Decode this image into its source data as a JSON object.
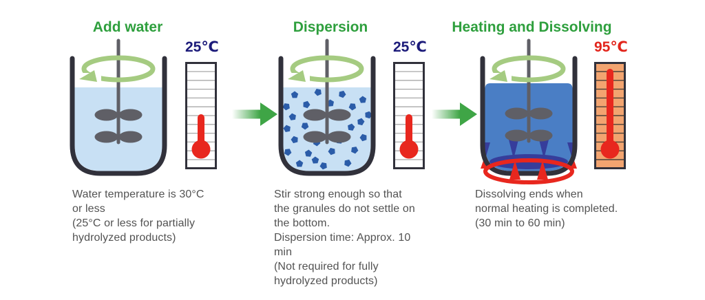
{
  "diagram": {
    "stations": [
      {
        "id": "add-water",
        "title": "Add water",
        "temperature": "25℃",
        "description": "Water temperature is 30°C\nor less\n(25°C or less for partially\nhydrolyzed products)"
      },
      {
        "id": "dispersion",
        "title": "Dispersion",
        "temperature": "25℃",
        "description": "Stir strong enough so that\nthe granules do not settle on\nthe bottom.\nDispersion time: Approx. 10\nmin\n(Not required for fully\nhydrolyzed products)"
      },
      {
        "id": "heating-and-dissolving",
        "title": "Heating and Dissolving",
        "temperature": "95℃",
        "description": "Dissolving ends when\nnormal heating is completed.\n(30 min to 60 min)"
      }
    ],
    "colors": {
      "title_green": "#2e9f3d",
      "rotation_arrow_green": "#a5cb81",
      "flow_arrow_green": "#3fa546",
      "water_light_blue": "#c8e0f4",
      "water_heated_blue": "#4a7ec5",
      "particle_blue": "#2b5ca8",
      "convection_navy": "#363d9b",
      "heat_red": "#e8271e",
      "temp_cool_navy": "#1c1b7a",
      "temp_hot_red": "#e2251c",
      "thermometer_hot_bg": "#f2a470",
      "beaker_outline": "#31313b",
      "stirrer_gray": "#5f5f66",
      "description_text": "#525252"
    }
  }
}
